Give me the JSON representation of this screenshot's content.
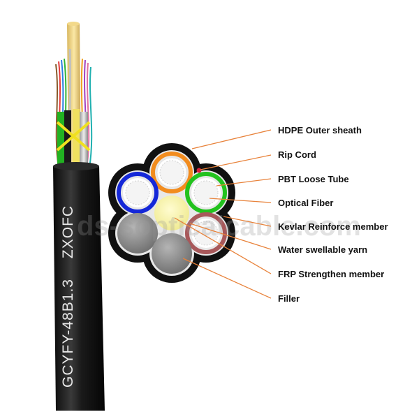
{
  "cable": {
    "print_brand": "ZXOFC",
    "print_model": "GCYFY-48B1.3"
  },
  "watermark": "ds-sopticalcable.com",
  "labels": [
    "HDPE Outer sheath",
    "Rip Cord",
    "PBT Loose Tube",
    "Optical Fiber",
    "Kevlar Reinforce member",
    "Water swellable yarn",
    "FRP Strengthen member",
    "Filler"
  ],
  "colors": {
    "leader_line": "#e8823a",
    "sheath": "#111111",
    "tube_orange": "#f28c1e",
    "tube_green": "#22c21e",
    "tube_blue": "#1528d8",
    "tube_brown": "#a8585a",
    "center_member": "#f6f29a",
    "filler": "#8c8c8c",
    "rip_cord": "#d8203a"
  }
}
